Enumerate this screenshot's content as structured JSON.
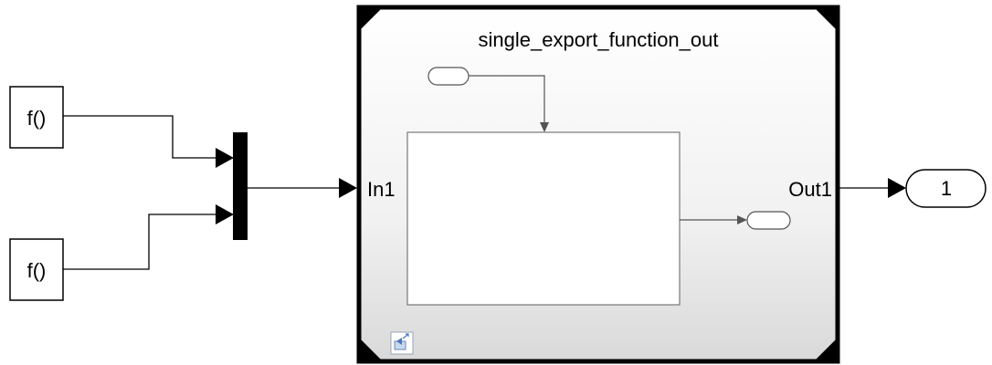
{
  "function_calls": [
    {
      "label": "f()"
    },
    {
      "label": "f()"
    }
  ],
  "subsystem": {
    "title": "single_export_function_out",
    "input_port_label": "In1",
    "output_port_label": "Out1"
  },
  "outport": {
    "label": "1"
  },
  "icons": {
    "function_call_block": "function-call-generator-icon",
    "mux": "mux-icon",
    "inner_trigger": "trigger-port-icon",
    "inner_output": "output-port-icon",
    "badge": "subsystem-link-badge-icon",
    "outport": "outport-icon"
  },
  "colors": {
    "line": "#000000",
    "block_fill": "#ffffff",
    "subsystem_gradient_top": "#ffffff",
    "subsystem_gradient_bottom": "#d9d9d9",
    "inner_block_border": "#777777"
  }
}
